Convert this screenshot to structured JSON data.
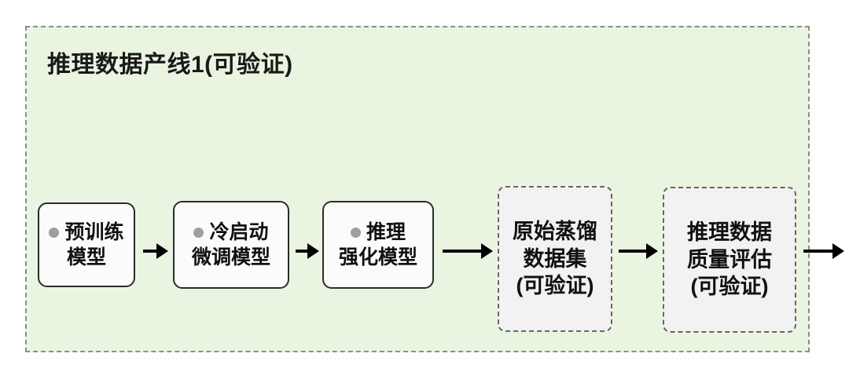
{
  "diagram": {
    "title": "推理数据产线1(可验证)",
    "background_color": "#eaf5e1",
    "border_color": "#8c8c8c",
    "nodes": [
      {
        "id": "pretrained-model",
        "type": "model",
        "has_bullet": true,
        "lines": [
          "预训练",
          "模型"
        ]
      },
      {
        "id": "cold-start-finetuned-model",
        "type": "model",
        "has_bullet": true,
        "lines": [
          "冷启动",
          "微调模型"
        ]
      },
      {
        "id": "reasoning-rl-model",
        "type": "model",
        "has_bullet": true,
        "lines": [
          "推理",
          "强化模型"
        ]
      },
      {
        "id": "raw-distillation-dataset",
        "type": "data",
        "has_bullet": false,
        "lines": [
          "原始蒸馏",
          "数据集",
          "(可验证)"
        ]
      },
      {
        "id": "reasoning-data-quality-evaluation",
        "type": "data",
        "has_bullet": false,
        "lines": [
          "推理数据",
          "质量评估",
          "(可验证)"
        ]
      }
    ],
    "arrows": [
      {
        "id": "arrow-pretrained-to-coldstart",
        "from": "pretrained-model",
        "to": "cold-start-finetuned-model"
      },
      {
        "id": "arrow-coldstart-to-rl",
        "from": "cold-start-finetuned-model",
        "to": "reasoning-rl-model"
      },
      {
        "id": "arrow-rl-to-dataset",
        "from": "reasoning-rl-model",
        "to": "raw-distillation-dataset"
      },
      {
        "id": "arrow-dataset-to-evaluation",
        "from": "raw-distillation-dataset",
        "to": "reasoning-data-quality-evaluation"
      },
      {
        "id": "arrow-evaluation-to-outside",
        "from": "reasoning-data-quality-evaluation",
        "to": "next-stage"
      }
    ]
  }
}
